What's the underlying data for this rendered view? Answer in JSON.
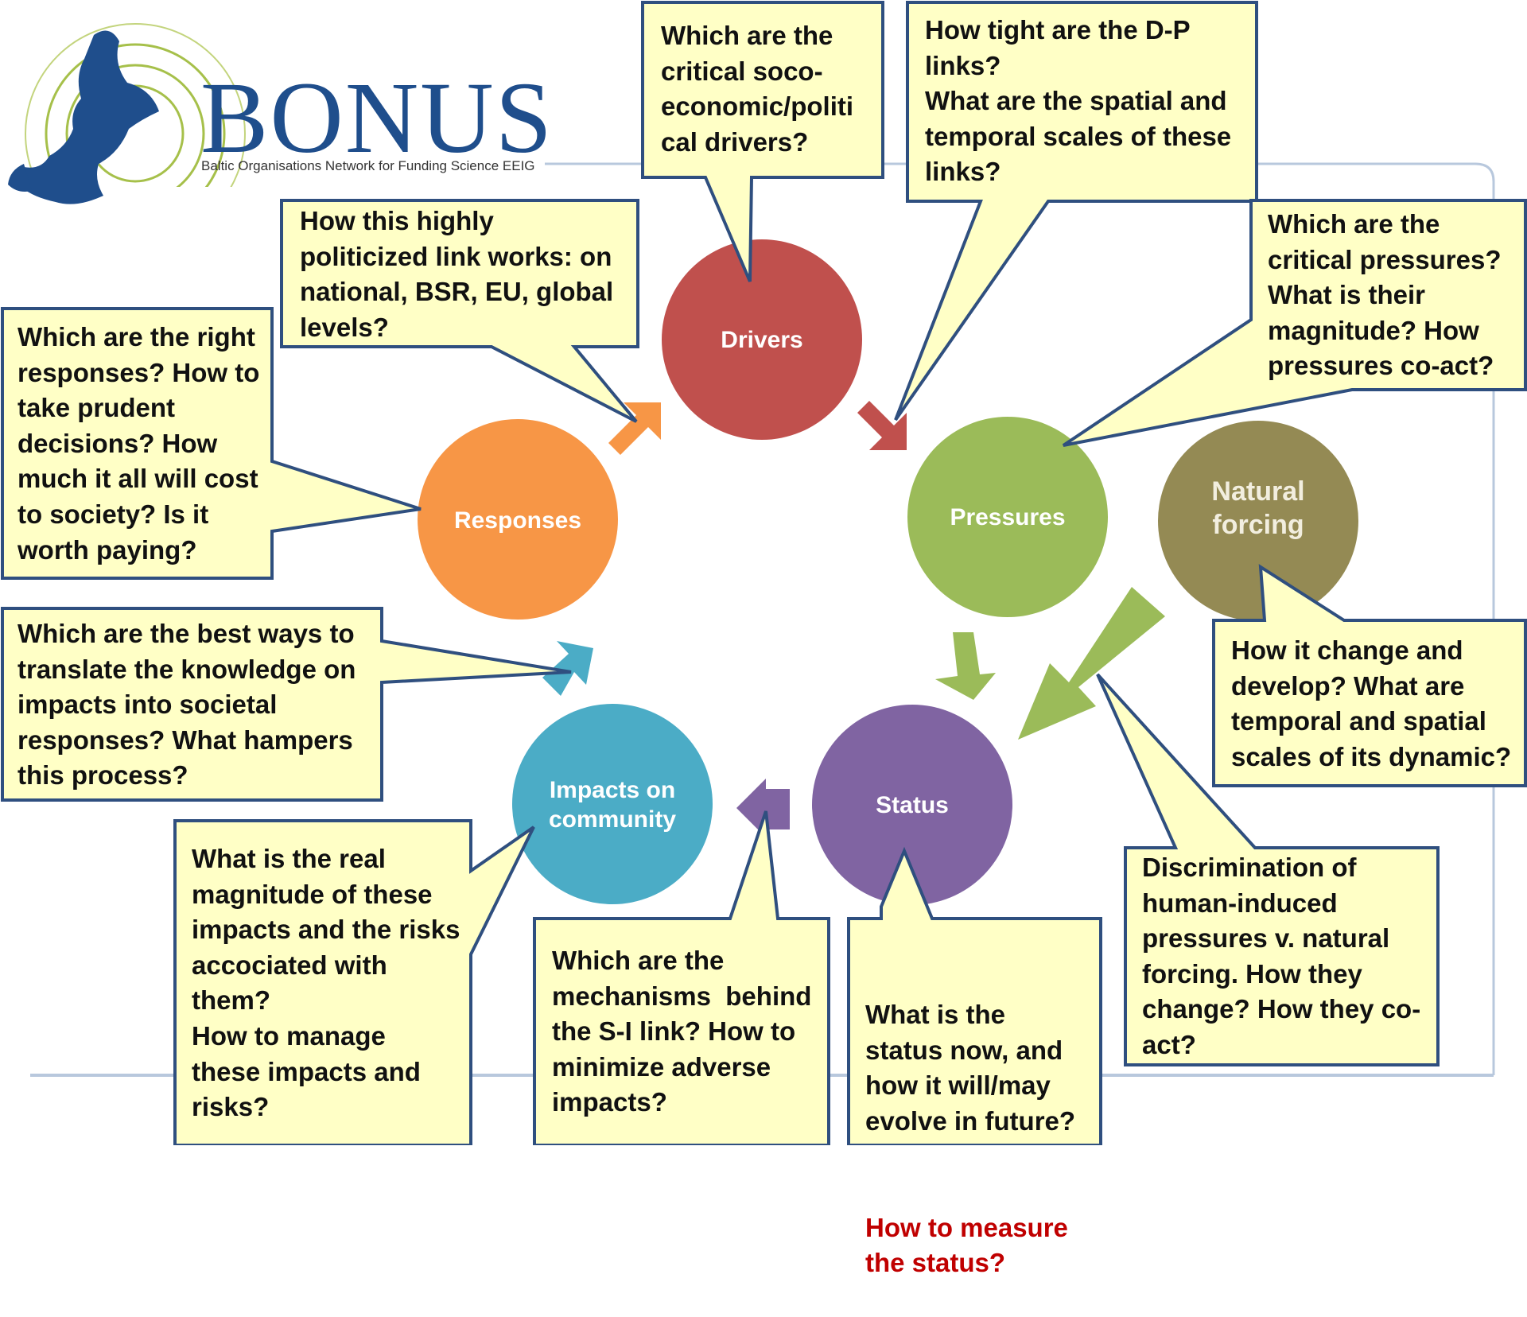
{
  "logo": {
    "title": "BONUS",
    "subtitle": "Baltic Organisations Network for Funding Science EEIG"
  },
  "colors": {
    "box_fill": "#ffffc6",
    "box_border": "#2f4f7f",
    "drivers": "#c0504d",
    "pressures": "#9bbb59",
    "status": "#8064a2",
    "impacts": "#4bacc6",
    "responses": "#f79646",
    "natural_forcing": "#948a54",
    "emphasis_text": "#c00000",
    "logo_blue": "#1f4e8c",
    "frame_line": "#b8c8dd"
  },
  "nodes": {
    "drivers": "Drivers",
    "pressures": "Pressures",
    "status": "Status",
    "impacts": "Impacts on\ncommunity",
    "responses": "Responses",
    "natural_forcing": "Natural\nforcing"
  },
  "callouts": {
    "drivers": "Which are the\ncritical soco-\neconomic/politi\ncal drivers?",
    "dp_links": "How tight are the D-P\nlinks?\nWhat are the spatial and\ntemporal scales of these\nlinks?",
    "rd_link": "How this highly\npoliticized link works: on\nnational, BSR, EU, global\nlevels?",
    "pressures": "Which are the\ncritical pressures?\nWhat is their\nmagnitude? How\npressures co-act?",
    "responses": "Which are the right\nresponses? How to\ntake prudent\ndecisions? How\nmuch it all will cost\nto society? Is it\nworth paying?",
    "translate": "Which are the best ways to\ntranslate the knowledge on\nimpacts into societal\nresponses? What hampers\nthis process?",
    "natural_forcing": "How it change and\ndevelop? What are\ntemporal and spatial\nscales of its dynamic?",
    "impacts": "What is the real\nmagnitude of these\nimpacts and the risks\naccociated with\nthem?\nHow to manage\nthese impacts and\nrisks?",
    "si_link": "Which are the\nmechanisms  behind\nthe S-I link? How to\nminimize adverse\nimpacts?",
    "status": "What is the\nstatus now, and\nhow it will/may\nevolve in future?",
    "status_measure": "How to measure\nthe status?",
    "discrimination": "Discrimination of\nhuman-induced\npressures v. natural\nforcing. How they\nchange? How they co-\nact?"
  }
}
